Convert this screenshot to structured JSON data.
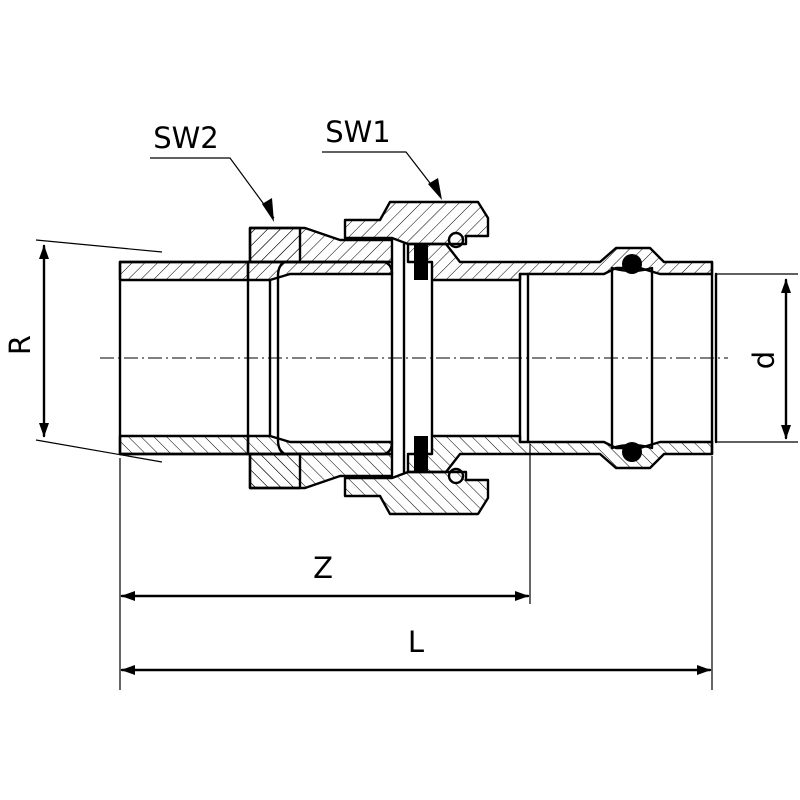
{
  "labels": {
    "sw2": "SW2",
    "sw1": "SW1",
    "r": "R",
    "d": "d",
    "z": "Z",
    "l": "L"
  }
}
